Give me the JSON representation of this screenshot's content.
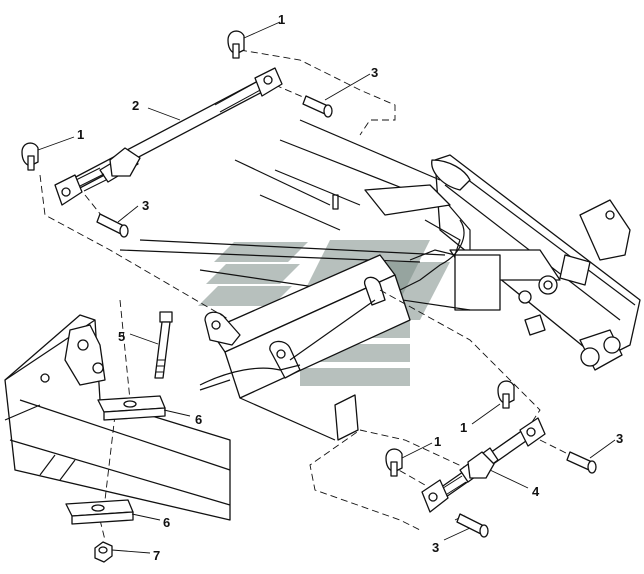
{
  "callouts": {
    "c1": "1",
    "c2": "1",
    "c3": "1",
    "c4": "1",
    "c5": "2",
    "c6": "3",
    "c7": "3",
    "c8": "3",
    "c9": "3",
    "c10": "4",
    "c11": "5",
    "c12": "6",
    "c13": "6",
    "c14": "7"
  }
}
